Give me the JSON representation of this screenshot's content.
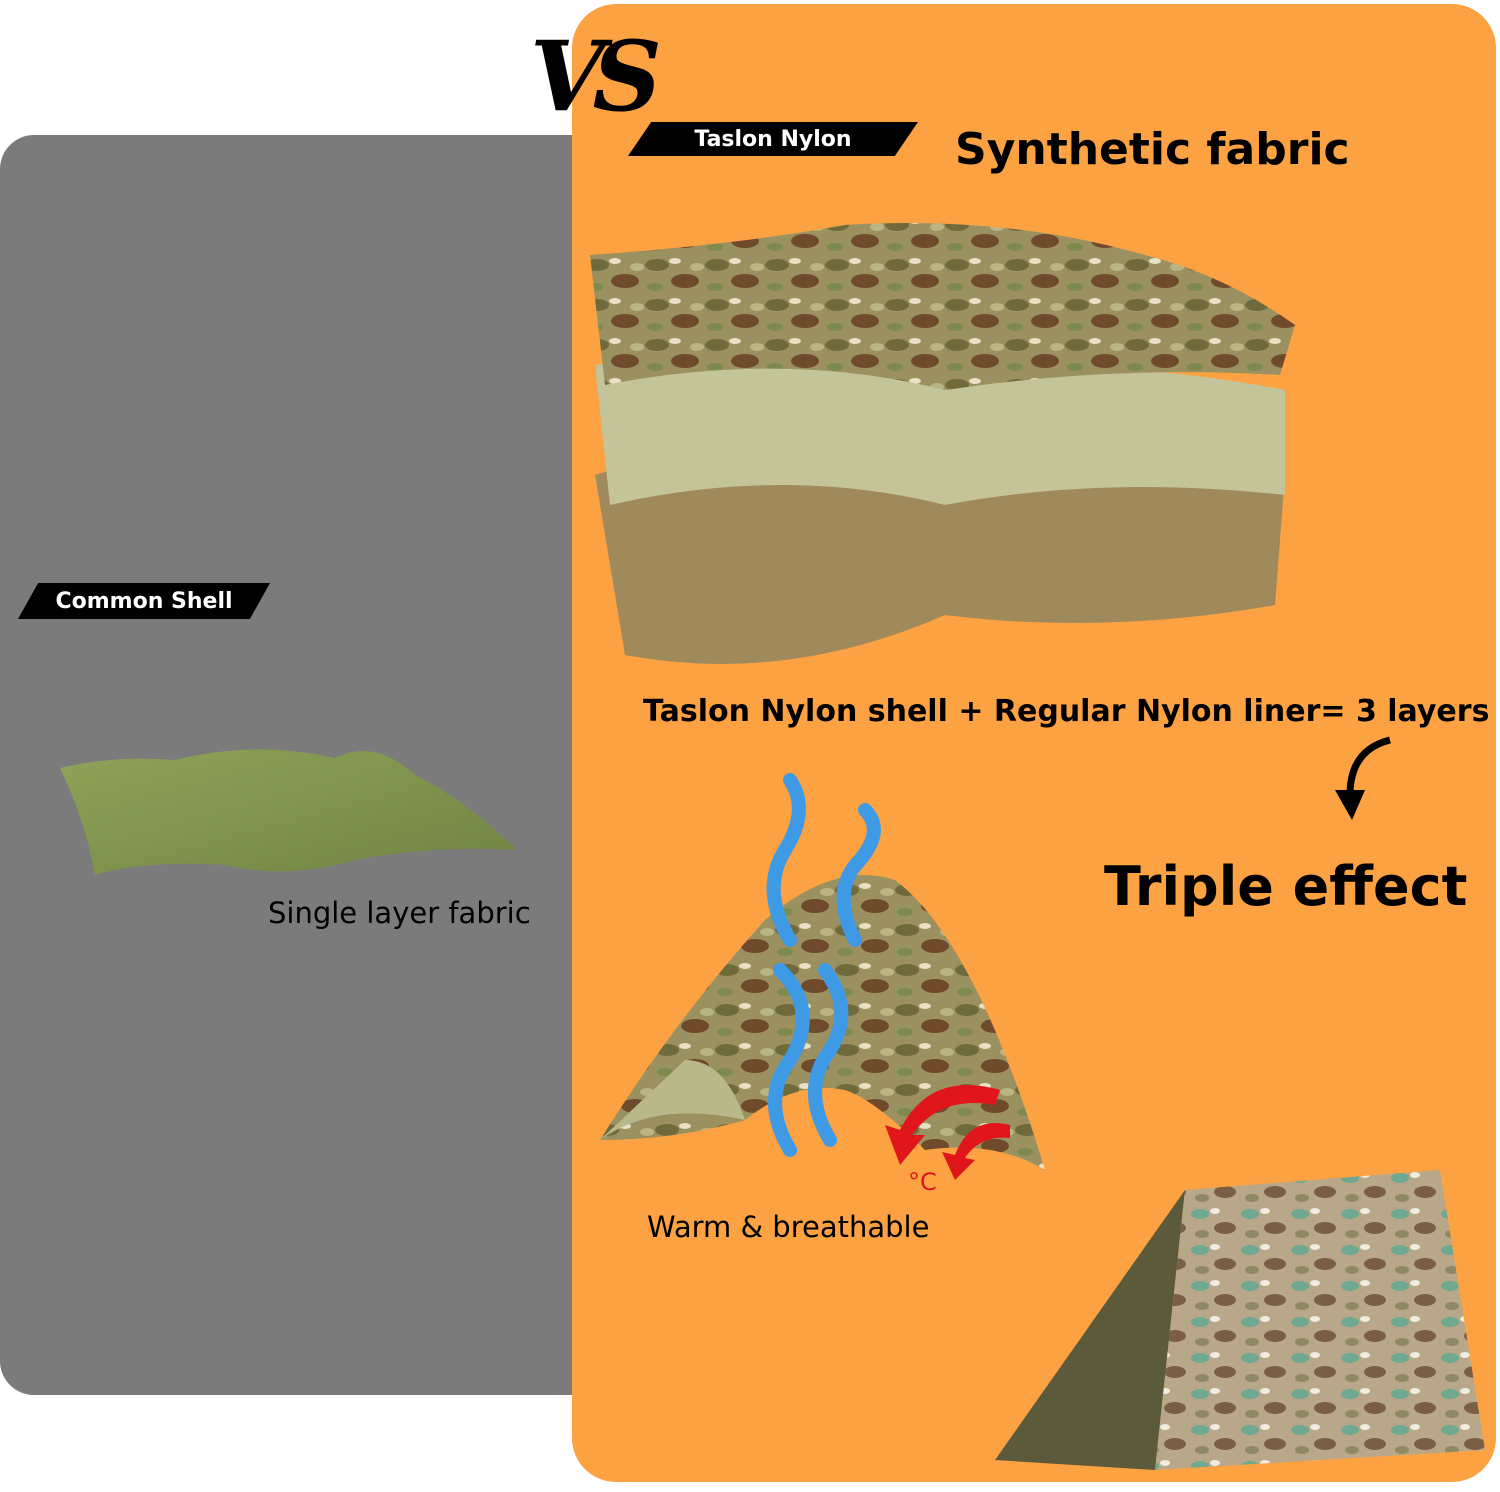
{
  "vs_label": "VS",
  "left_panel": {
    "tag": "Common Shell",
    "caption": "Single layer fabric"
  },
  "right_panel": {
    "tag": "Taslon Nylon",
    "title": "Synthetic fabric",
    "layers_caption": "Taslon Nylon shell + Regular Nylon liner= 3 layers",
    "effect_heading": "Triple effect",
    "warm_caption": "Warm & breathable",
    "temperature_symbol": "°C"
  },
  "colors": {
    "orange": "#fca242",
    "gray": "#7b7b7b",
    "red_arrow": "#d8161b"
  }
}
